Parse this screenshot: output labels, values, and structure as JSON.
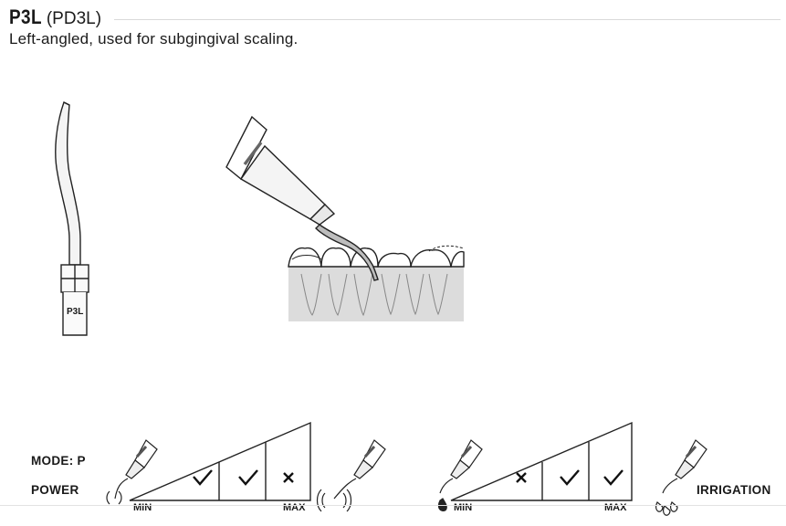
{
  "header": {
    "code": "P3L",
    "alt_code": "(PD3L)",
    "description": "Left-angled, used for subgingival scaling."
  },
  "tip_illustration": {
    "engraving": "P3L"
  },
  "power_panel": {
    "mode_label": "MODE: P",
    "power_label": "POWER",
    "min_label": "MIN",
    "max_label": "MAX",
    "levels": [
      "check",
      "check",
      "cross"
    ]
  },
  "irrigation_panel": {
    "label": "IRRIGATION",
    "min_label": "MIN",
    "max_label": "MAX",
    "levels": [
      "cross",
      "check",
      "check"
    ]
  }
}
